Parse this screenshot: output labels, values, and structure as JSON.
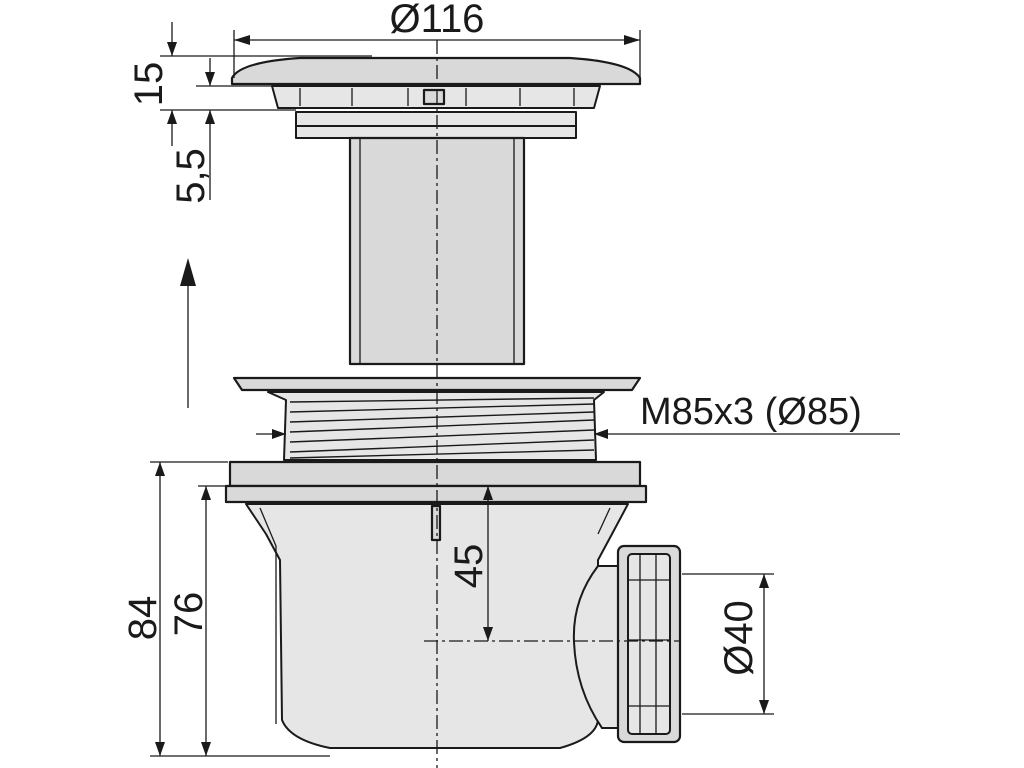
{
  "dimensions": {
    "cover_diameter": "Ø116",
    "cover_height": "15",
    "cover_gap": "5,5",
    "thread": "M85x3 (Ø85)",
    "total_height": "84",
    "body_height": "76",
    "outlet_height": "45",
    "outlet_diameter": "Ø40"
  },
  "flow_direction": "up"
}
